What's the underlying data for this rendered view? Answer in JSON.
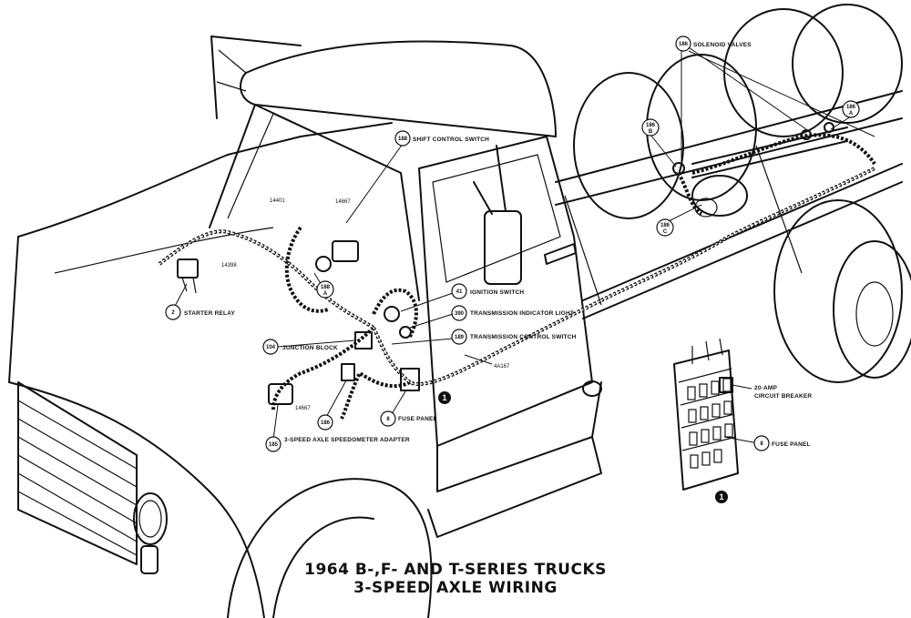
{
  "title": {
    "line1": "1964 B-,F- AND T-SERIES TRUCKS",
    "line2": "3-SPEED AXLE WIRING"
  },
  "callouts": {
    "shift_control_switch": {
      "number": "188",
      "label": "SHIFT CONTROL SWITCH"
    },
    "solenoid_valves": {
      "number": "186",
      "label": "SOLENOID VALVES"
    },
    "solenoid_a": {
      "number": "186",
      "sub": "A"
    },
    "solenoid_b": {
      "number": "186",
      "sub": "B"
    },
    "solenoid_c": {
      "number": "186",
      "sub": "C"
    },
    "starter_relay": {
      "number": "2",
      "label": "STARTER RELAY"
    },
    "cab_188a": {
      "number": "188",
      "sub": "A"
    },
    "ignition_switch": {
      "number": "41",
      "label": "IGNITION SWITCH"
    },
    "transmission_indicator_light": {
      "number": "390",
      "label": "TRANSMISSION INDICATOR LIGHT"
    },
    "transmission_control_switch": {
      "number": "189",
      "label": "TRANSMISSION CONTROL SWITCH"
    },
    "junction_block": {
      "number": "104",
      "label": "JUNCTION BLOCK"
    },
    "fuse_panel_cab": {
      "number": "8",
      "label": "FUSE PANEL"
    },
    "speedometer_adapter": {
      "number": "185",
      "label": "3-SPEED AXLE SPEEDOMETER ADAPTER"
    },
    "connector_186": {
      "number": "186"
    },
    "fuse_panel_detail": {
      "number": "8",
      "label": "FUSE PANEL"
    },
    "circuit_breaker": {
      "label_line1": "20-AMP",
      "label_line2": "CIRCUIT BREAKER"
    }
  },
  "part_numbers": {
    "p14401": "14401",
    "p14667_top": "14667",
    "p14398": "14398",
    "p14667_bottom": "14667",
    "p4a167": "4A167"
  },
  "markers": {
    "marker_cab": "1",
    "marker_detail": "1"
  }
}
